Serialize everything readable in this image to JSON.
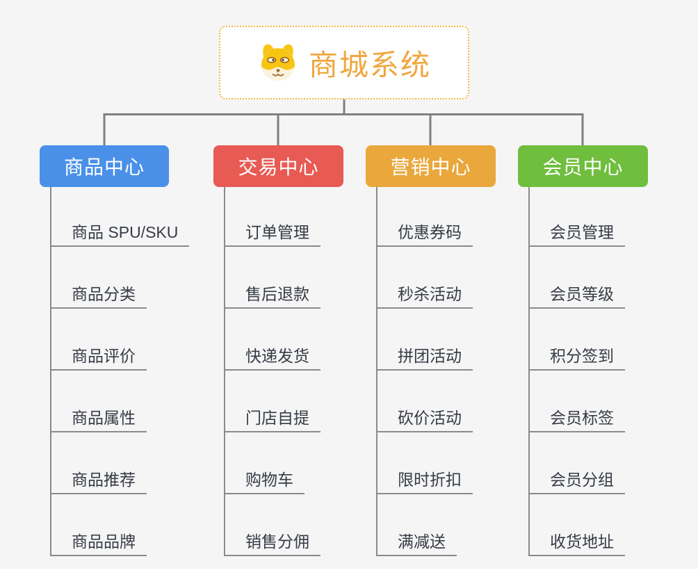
{
  "root": {
    "title": "商城系统",
    "icon": "dog-face-icon"
  },
  "branches": [
    {
      "label": "商品中心",
      "color": "#4A90E8",
      "children": [
        "商品 SPU/SKU",
        "商品分类",
        "商品评价",
        "商品属性",
        "商品推荐",
        "商品品牌"
      ]
    },
    {
      "label": "交易中心",
      "color": "#E85A54",
      "children": [
        "订单管理",
        "售后退款",
        "快递发货",
        "门店自提",
        "购物车",
        "销售分佣"
      ]
    },
    {
      "label": "营销中心",
      "color": "#E9A73C",
      "children": [
        "优惠券码",
        "秒杀活动",
        "拼团活动",
        "砍价活动",
        "限时折扣",
        "满减送"
      ]
    },
    {
      "label": "会员中心",
      "color": "#6FBE3E",
      "children": [
        "会员管理",
        "会员等级",
        "积分签到",
        "会员标签",
        "会员分组",
        "收货地址"
      ]
    }
  ],
  "colors": {
    "background": "#F5F5F6",
    "connector": "#7F7F7F",
    "underline": "#8A8A8A",
    "subtopic_text": "#363B44",
    "root_title": "#F0A73F",
    "root_border": "#F5B445"
  }
}
